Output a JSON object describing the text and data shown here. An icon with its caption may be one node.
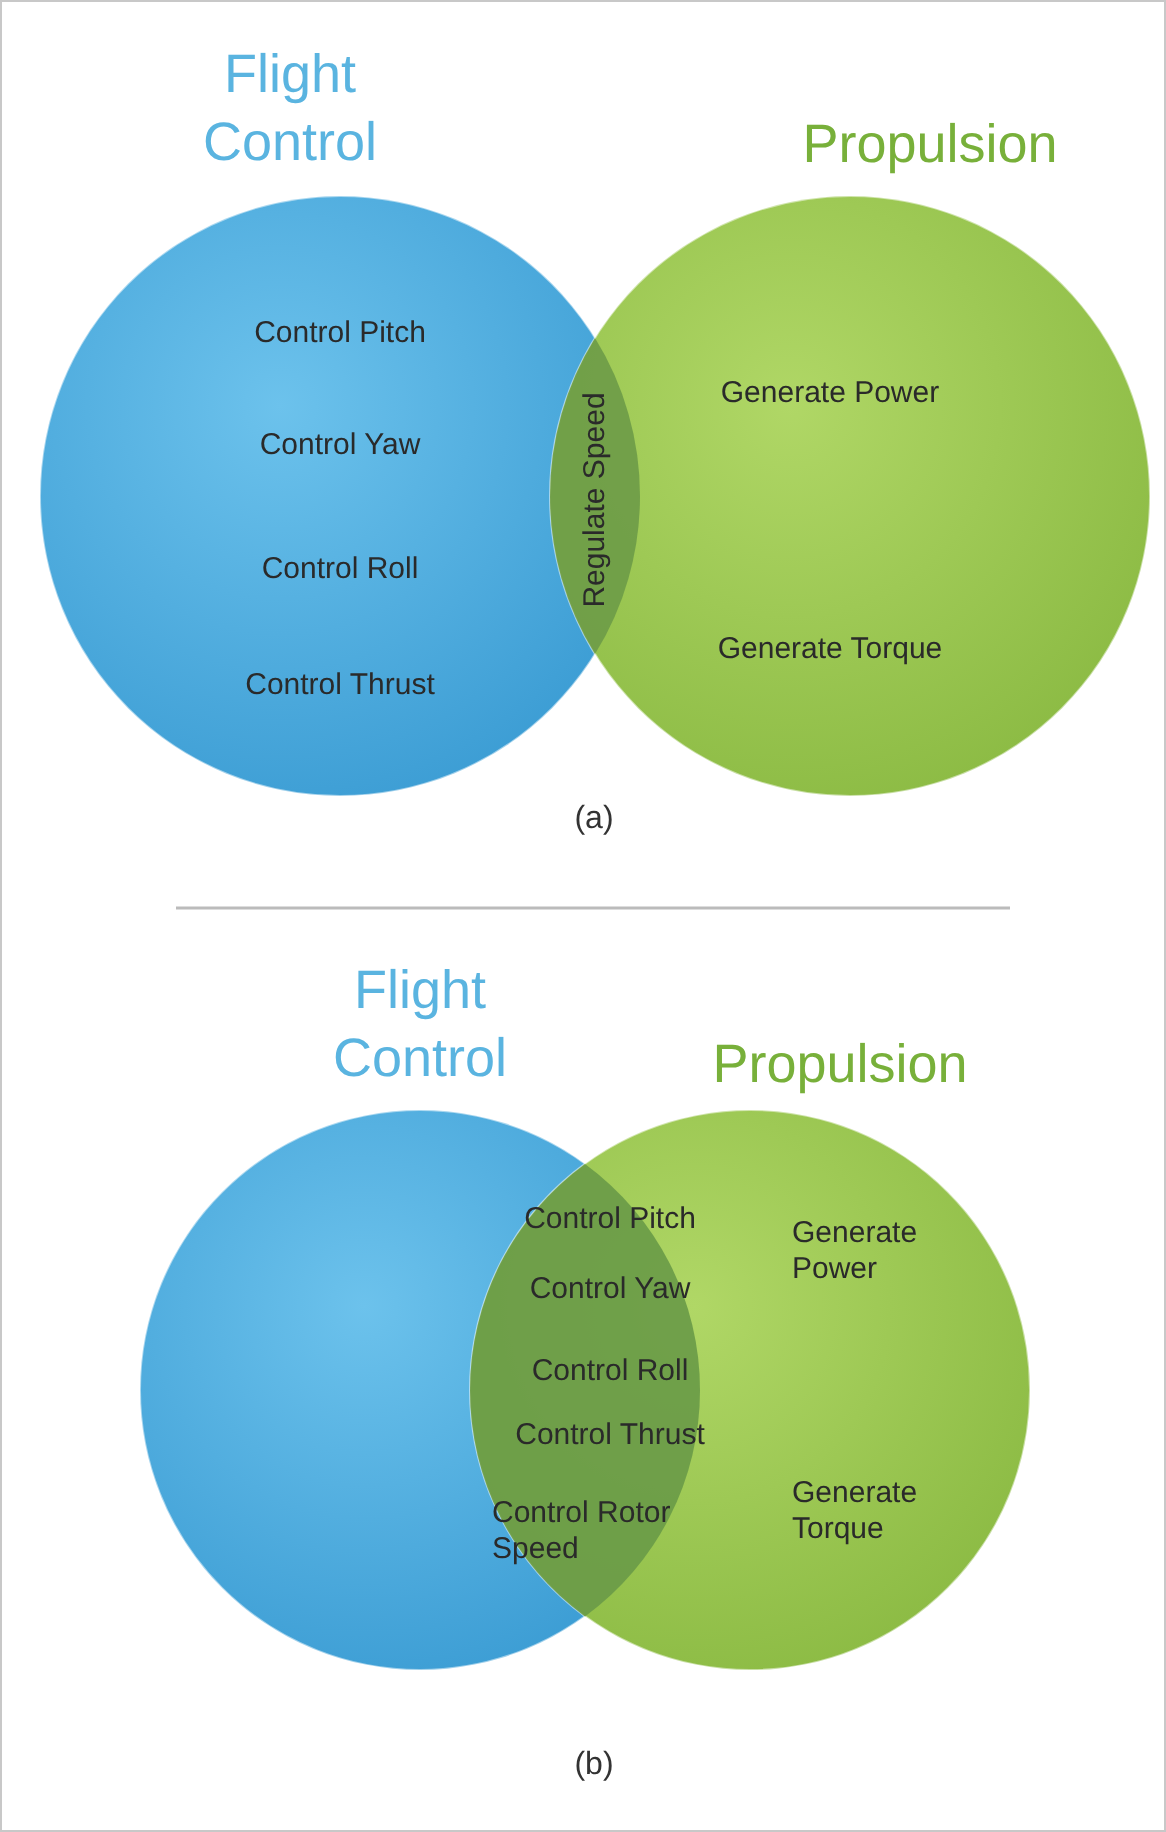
{
  "diagram": {
    "nodes": [
      {
        "text": [
          "Flight Control",
          "Control Pitch",
          "Control Yaw",
          "Control Roll",
          "Control Thrust"
        ]
      },
      {
        "text": [
          "Propulsion",
          "Generate Power",
          "Generate Torque"
        ]
      },
      {
        "text": [
          "Regulate Speed"
        ]
      },
      {
        "text": [
          "Flight Control"
        ]
      },
      {
        "text": [
          "Propulsion",
          "Generate Power",
          "Generate Torque"
        ]
      },
      {
        "text": [
          "Control Pitch",
          "Control Yaw",
          "Control Roll",
          "Control Thrust",
          "Control Rotor Speed"
        ]
      }
    ],
    "labels": [
      "(a)",
      "(b)"
    ]
  }
}
